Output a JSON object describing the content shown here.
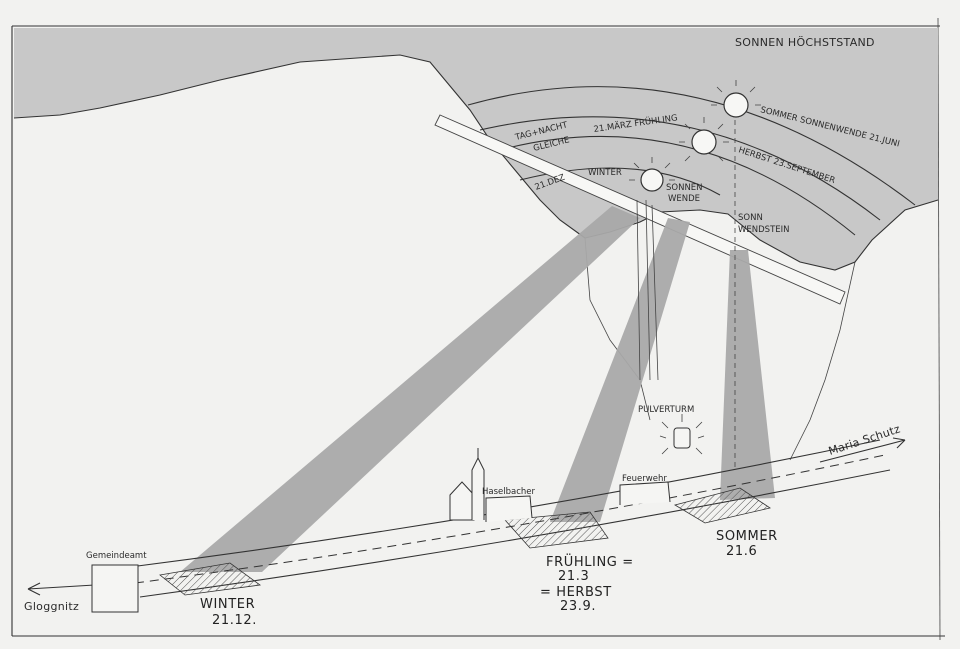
{
  "title": "SONNEN HÖCHSTSTAND",
  "sun_labels": {
    "summer": "SOMMER  SONNENWENDE  21.JUNI",
    "autumn": "HERBST  23.SEPTEMBER",
    "spring": "21.MÄRZ FRÜHLING",
    "equinox_line1": "TAG+NACHT",
    "equinox_line2": "GLEICHE",
    "winter": "WINTER",
    "solstice_line1": "SONNEN",
    "solstice_line2": "WENDE",
    "dec": "21.DEZ"
  },
  "landmarks": {
    "sonnwendstein_line1": "SONN",
    "sonnwendstein_line2": "WENDSTEIN",
    "pulverturm": "PULVERTURM",
    "haselbacher": "Haselbacher",
    "feuerwehr": "Feuerwehr",
    "gemeindeamt": "Gemeindeamt",
    "gloggnitz": "Gloggnitz",
    "maria_schutz": "Maria Schutz"
  },
  "seasons": {
    "winter_label": "WINTER",
    "winter_date": "21.12.",
    "spring_label": "FRÜHLING =",
    "spring_date": "21.3",
    "autumn_label": "= HERBST",
    "autumn_date": "23.9.",
    "summer_label": "SOMMER",
    "summer_date": "21.6"
  },
  "colors": {
    "sky": "#c8c8c8",
    "beam": "#a9a9a9",
    "paper": "#f2f2f0",
    "ink": "#333333"
  }
}
